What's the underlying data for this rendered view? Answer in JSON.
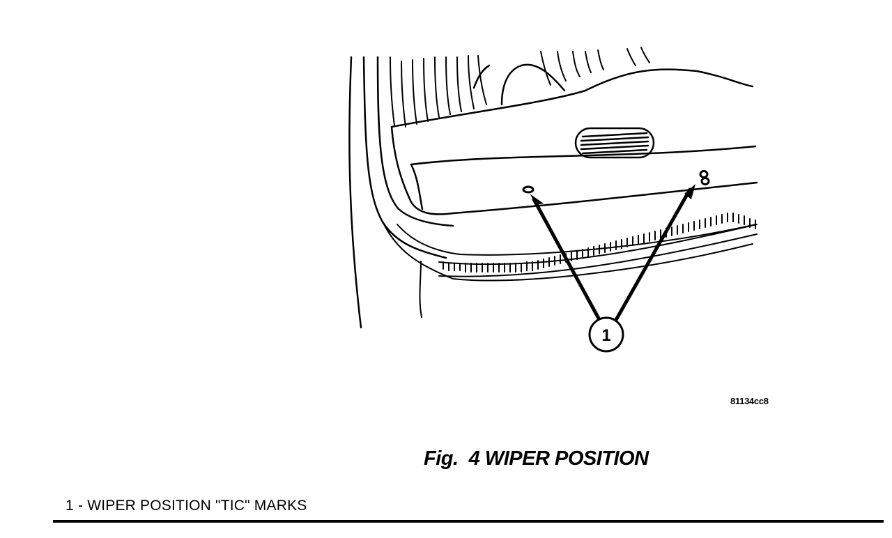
{
  "figure": {
    "callout_number": "1",
    "illustration_id": "81134cc8"
  },
  "caption": {
    "fig_label": "Fig.",
    "fig_number": "4",
    "title": "WIPER POSITION"
  },
  "legend": {
    "items": [
      {
        "number": "1",
        "separator": "-",
        "text": "WIPER POSITION \"TIC\" MARKS"
      }
    ]
  },
  "colors": {
    "ink": "#000000",
    "paper": "#ffffff"
  }
}
